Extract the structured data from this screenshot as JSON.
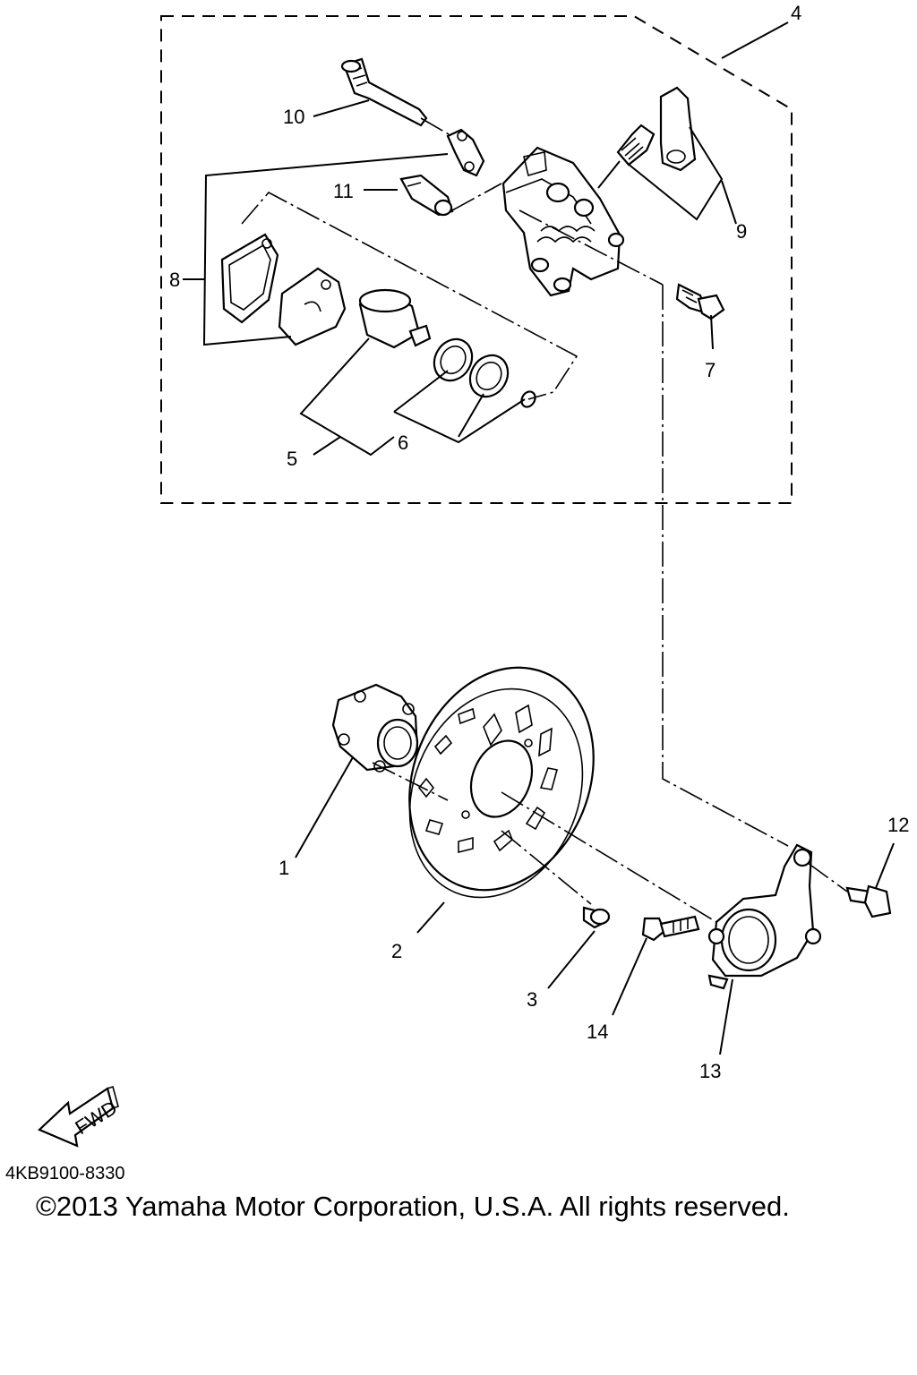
{
  "diagram": {
    "callouts": [
      "1",
      "2",
      "3",
      "4",
      "5",
      "6",
      "7",
      "8",
      "9",
      "10",
      "11",
      "12",
      "13",
      "14"
    ],
    "direction_arrow": "FWD",
    "part_code": "4KB9100-8330",
    "copyright": "©2013 Yamaha Motor Corporation, U.S.A. All rights reserved."
  }
}
